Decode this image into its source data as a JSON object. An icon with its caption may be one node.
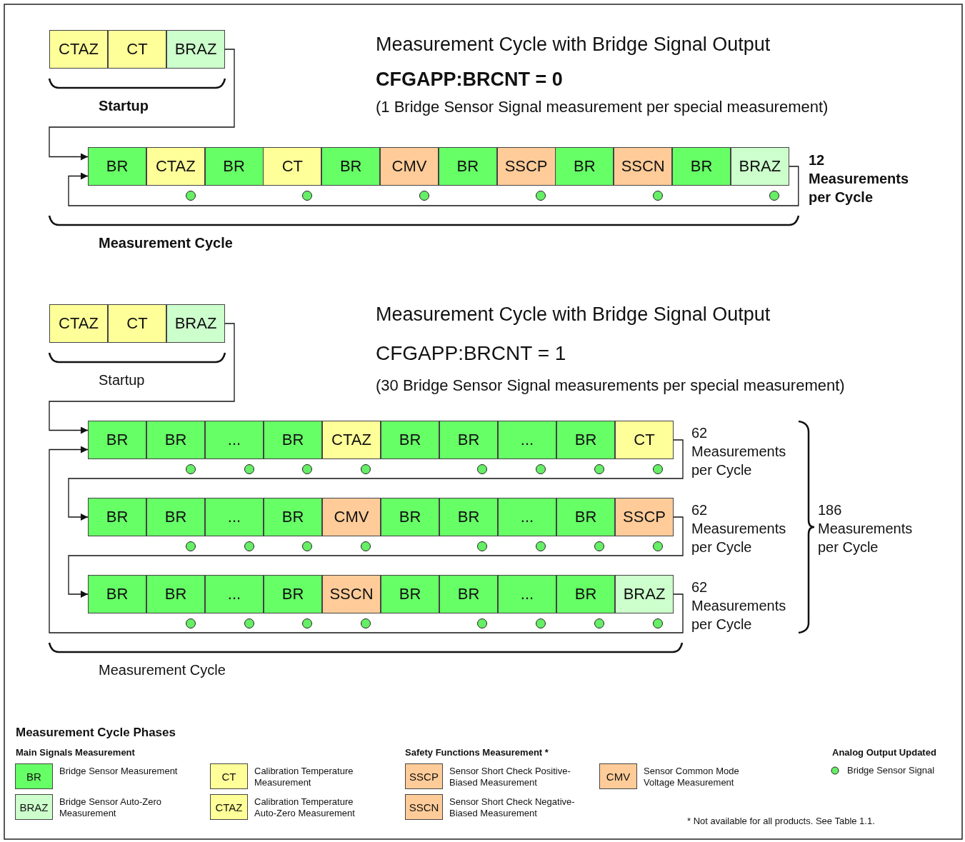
{
  "diagram": {
    "nodes": [
      {
        "text": [
          "CTAZ"
        ]
      },
      {
        "text": [
          "CT"
        ]
      },
      {
        "text": [
          "BRAZ"
        ]
      },
      {
        "text": [
          "BR"
        ]
      },
      {
        "text": [
          "CTAZ"
        ]
      },
      {
        "text": [
          "BR"
        ]
      },
      {
        "text": [
          "CT"
        ]
      },
      {
        "text": [
          "BR"
        ]
      },
      {
        "text": [
          "CMV"
        ]
      },
      {
        "text": [
          "BR"
        ]
      },
      {
        "text": [
          "SSCP"
        ]
      },
      {
        "text": [
          "BR"
        ]
      },
      {
        "text": [
          "SSCN"
        ]
      },
      {
        "text": [
          "BR"
        ]
      },
      {
        "text": [
          "BRAZ"
        ]
      },
      {
        "text": [
          "CTAZ"
        ]
      },
      {
        "text": [
          "CT"
        ]
      },
      {
        "text": [
          "BRAZ"
        ]
      },
      {
        "text": [
          "BR"
        ]
      },
      {
        "text": [
          "BR"
        ]
      },
      {
        "text": [
          "..."
        ]
      },
      {
        "text": [
          "BR"
        ]
      },
      {
        "text": [
          "CTAZ"
        ]
      },
      {
        "text": [
          "BR"
        ]
      },
      {
        "text": [
          "BR"
        ]
      },
      {
        "text": [
          "..."
        ]
      },
      {
        "text": [
          "BR"
        ]
      },
      {
        "text": [
          "CT"
        ]
      },
      {
        "text": [
          "BR"
        ]
      },
      {
        "text": [
          "BR"
        ]
      },
      {
        "text": [
          "..."
        ]
      },
      {
        "text": [
          "BR"
        ]
      },
      {
        "text": [
          "CMV"
        ]
      },
      {
        "text": [
          "BR"
        ]
      },
      {
        "text": [
          "BR"
        ]
      },
      {
        "text": [
          "..."
        ]
      },
      {
        "text": [
          "BR"
        ]
      },
      {
        "text": [
          "SSCP"
        ]
      },
      {
        "text": [
          "BR"
        ]
      },
      {
        "text": [
          "BR"
        ]
      },
      {
        "text": [
          "..."
        ]
      },
      {
        "text": [
          "BR"
        ]
      },
      {
        "text": [
          "SSCN"
        ]
      },
      {
        "text": [
          "BR"
        ]
      },
      {
        "text": [
          "BR"
        ]
      },
      {
        "text": [
          "..."
        ]
      },
      {
        "text": [
          "BR"
        ]
      },
      {
        "text": [
          "BRAZ"
        ]
      },
      {
        "text": [
          "BR"
        ],
        "beside": [
          "Bridge Sensor Measurement"
        ]
      },
      {
        "text": [
          "CT"
        ],
        "beside": [
          "Calibration Temperature Measurement"
        ]
      },
      {
        "text": [
          "SSCP"
        ],
        "beside": [
          "Sensor Short Check Positive-Biased Measurement"
        ]
      },
      {
        "text": [
          "CMV"
        ],
        "beside": [
          "Sensor Common Mode Voltage Measurement"
        ]
      },
      {
        "text": [
          "BRAZ"
        ],
        "beside": [
          "Bridge Sensor Auto-Zero Measurement"
        ]
      },
      {
        "text": [
          "CTAZ"
        ],
        "beside": [
          "Calibration Temperature Auto-Zero Measurement"
        ]
      },
      {
        "text": [
          "SSCN"
        ],
        "beside": [
          "Sensor Short Check Negative-Biased Measurement"
        ]
      }
    ],
    "edges": [
      {
        "from": 2,
        "to": 3,
        "arrow": "to"
      },
      {
        "from": 14,
        "to": 3,
        "arrow": "to"
      },
      {
        "from": 17,
        "to": 18,
        "arrow": "to"
      },
      {
        "from": 27,
        "to": 28,
        "arrow": "to"
      },
      {
        "from": 37,
        "to": 38,
        "arrow": "to"
      },
      {
        "from": 47,
        "to": 18,
        "arrow": "to"
      }
    ],
    "labels": [
      "Measurement Cycle with Bridge Signal Output",
      "CFGAPP:BRCNT = 0",
      "(1 Bridge Sensor Signal measurement per special measurement)",
      "Startup",
      "12 Measurements per Cycle",
      "Measurement Cycle",
      "Measurement Cycle with Bridge Signal Output",
      "CFGAPP:BRCNT = 1",
      "(30 Bridge Sensor Signal measurements per special measurement)",
      "Startup",
      "62 Measurements per Cycle",
      "62 Measurements per Cycle",
      "186 Measurements per Cycle",
      "62 Measurements per Cycle",
      "Measurement Cycle",
      "Measurement Cycle Phases",
      "Main Signals Measurement",
      "Safety Functions Measurement *",
      "Analog Output Updated",
      "* Not available for all products. See Table 1.1."
    ],
    "legend": [
      {
        "text": "Bridge Sensor Signal",
        "color": "#66ee66"
      }
    ]
  }
}
